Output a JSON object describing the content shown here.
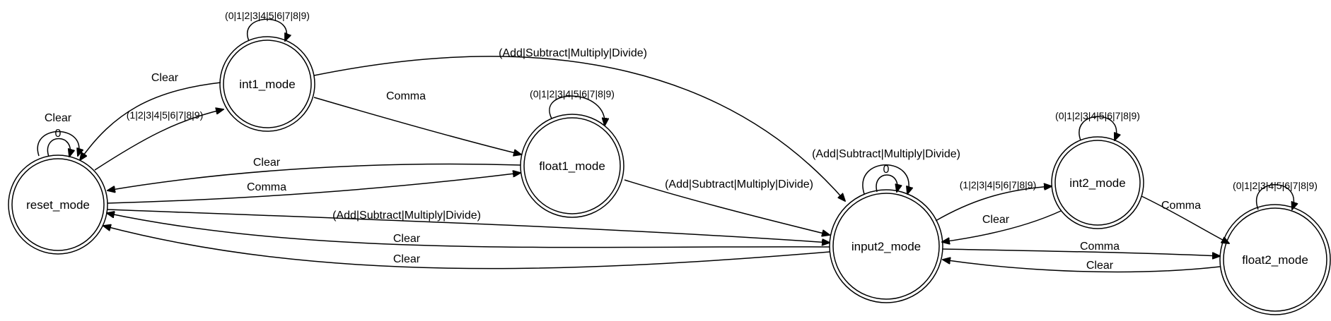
{
  "states": {
    "reset": "reset_mode",
    "int1": "int1_mode",
    "float1": "float1_mode",
    "input2": "input2_mode",
    "int2": "int2_mode",
    "float2": "float2_mode"
  },
  "transitions": {
    "reset_loop_clear": "Clear",
    "reset_loop_zero": "0",
    "int1_loop_digits": "(0|1|2|3|4|5|6|7|8|9)",
    "int1_to_reset": "Clear",
    "reset_to_int1": "(1|2|3|4|5|6|7|8|9)",
    "int1_to_float1": "Comma",
    "int1_to_input2": "(Add|Subtract|Multiply|Divide)",
    "float1_loop_digits": "(0|1|2|3|4|5|6|7|8|9)",
    "float1_to_reset": "Clear",
    "reset_to_float1": "Comma",
    "float1_to_input2": "(Add|Subtract|Multiply|Divide)",
    "reset_to_input2": "(Add|Subtract|Multiply|Divide)",
    "input2_to_reset_upper": "Clear",
    "input2_to_reset_lower": "Clear",
    "input2_loop_ops": "(Add|Subtract|Multiply|Divide)",
    "input2_loop_zero": "0",
    "input2_to_int2": "(1|2|3|4|5|6|7|8|9)",
    "int2_to_input2": "Clear",
    "int2_loop_digits": "(0|1|2|3|4|5|6|7|8|9)",
    "int2_to_float2": "Comma",
    "input2_to_float2": "Comma",
    "float2_to_input2": "Clear",
    "float2_loop_digits": "(0|1|2|3|4|5|6|7|8|9)"
  },
  "colors": {
    "stroke": "#000000",
    "background": "#ffffff"
  }
}
